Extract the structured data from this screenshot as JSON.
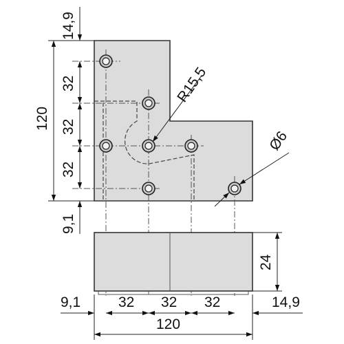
{
  "labels": {
    "top_offset": "14,9",
    "vertical_spacing_1": "32",
    "vertical_spacing_2": "32",
    "vertical_spacing_3": "32",
    "total_height": "120",
    "bottom_offset": "9,1",
    "radius": "R15,5",
    "hole_diameter": "Ø6",
    "thickness": "24",
    "left_offset": "9,1",
    "horizontal_spacing_1": "32",
    "horizontal_spacing_2": "32",
    "horizontal_spacing_3": "32",
    "right_offset": "14,9",
    "total_width": "120"
  },
  "colors": {
    "part_fill": "#dcdcdc",
    "line": "#222222"
  }
}
